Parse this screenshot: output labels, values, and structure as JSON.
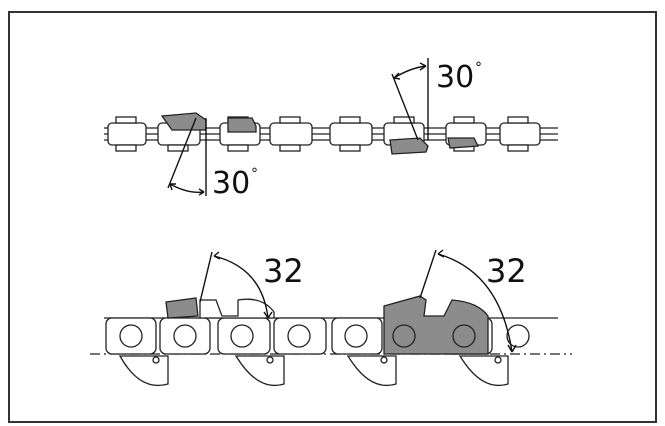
{
  "labels": {
    "top_right_angle": "30",
    "top_left_angle": "30",
    "bottom_left_angle": "32",
    "bottom_right_angle": "32",
    "degree_symbol": "°"
  },
  "colors": {
    "cutter_fill": "#8c8c8c",
    "link_fill": "#d8d8d8",
    "outline": "#222222",
    "border": "#333333"
  }
}
